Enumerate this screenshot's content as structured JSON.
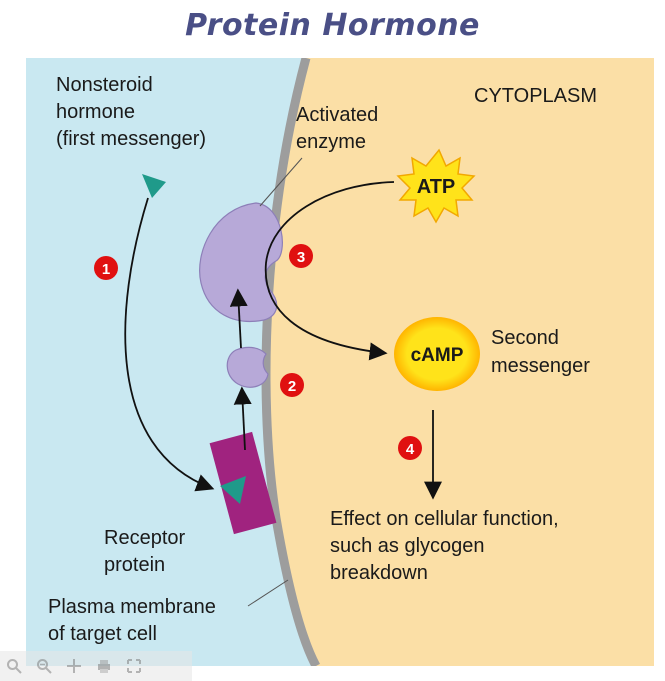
{
  "title": "Protein Hormone",
  "labels": {
    "hormone": [
      "Nonsteroid",
      "hormone",
      "(first messenger)"
    ],
    "cytoplasm": "CYTOPLASM",
    "enzyme": [
      "Activated",
      "enzyme"
    ],
    "atp": "ATP",
    "camp": "cAMP",
    "second": [
      "Second",
      "messenger"
    ],
    "effect": [
      "Effect on cellular function,",
      "such as glycogen",
      "breakdown"
    ],
    "receptor": [
      "Receptor",
      "protein"
    ],
    "membrane": [
      "Plasma membrane",
      "of target cell"
    ]
  },
  "steps": [
    "1",
    "2",
    "3",
    "4"
  ],
  "colors": {
    "extracellular": "#c9e8f1",
    "cytoplasm": "#fbdfa6",
    "membrane": "#9d9d9d",
    "enzyme": "#b7a9d8",
    "receptor": "#a0237f",
    "hormone": "#1f9a8a",
    "atp": "#ffe31a",
    "camp": "#ffe31a",
    "step_badge": "#e01010"
  },
  "toolbar": [
    "zoom-in-icon",
    "zoom-out-icon",
    "fit-icon",
    "print-icon",
    "fullscreen-icon"
  ]
}
